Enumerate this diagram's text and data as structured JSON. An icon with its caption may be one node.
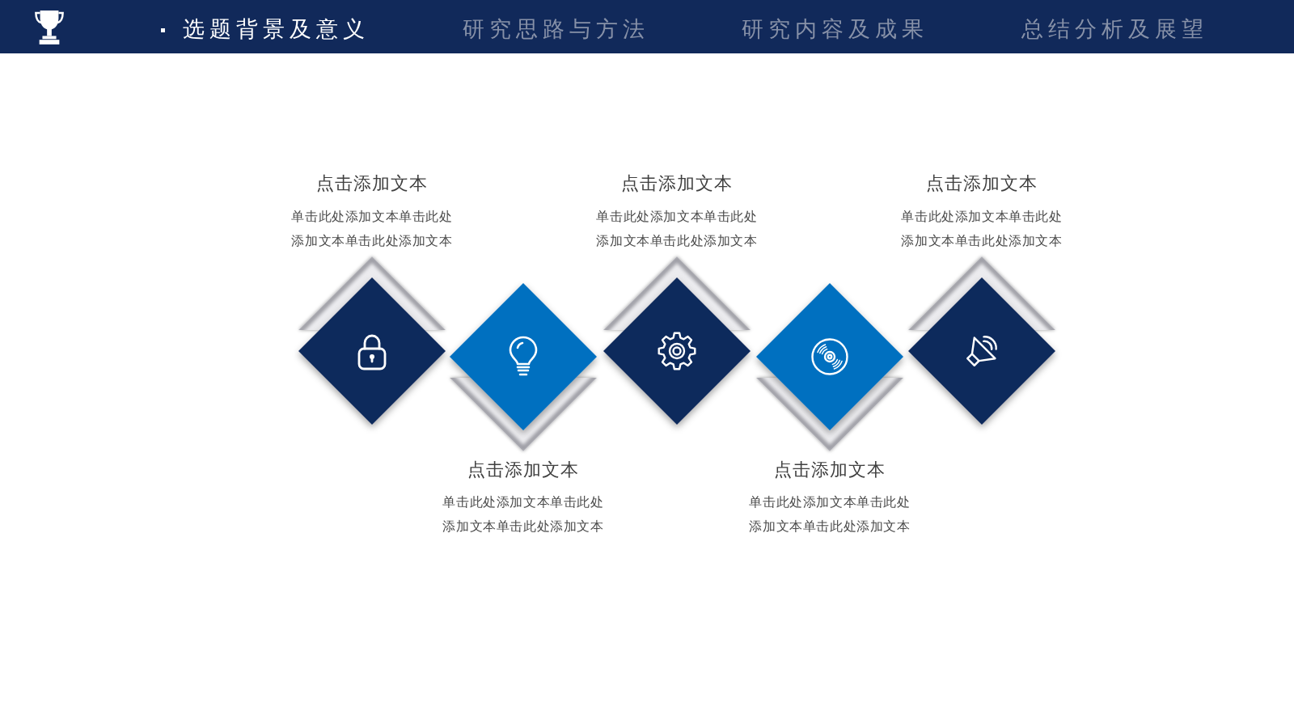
{
  "diagram": {
    "nodes": [
      {
        "text": [
          "选题背景及意义",
          "研究思路与方法",
          "研究内容及成果",
          "总结分析及展望"
        ]
      },
      {
        "text": [
          "点击添加文本",
          "单击此处添加文本单击此处添加文本单击此处添加文本"
        ]
      },
      {
        "text": [
          "点击添加文本",
          "单击此处添加文本单击此处添加文本单击此处添加文本"
        ]
      },
      {
        "text": [
          "点击添加文本",
          "单击此处添加文本单击此处添加文本单击此处添加文本"
        ]
      },
      {
        "text": [
          "点击添加文本",
          "单击此处添加文本单击此处添加文本单击此处添加文本"
        ]
      },
      {
        "text": [
          "点击添加文本",
          "单击此处添加文本单击此处添加文本单击此处添加文本"
        ]
      }
    ]
  }
}
